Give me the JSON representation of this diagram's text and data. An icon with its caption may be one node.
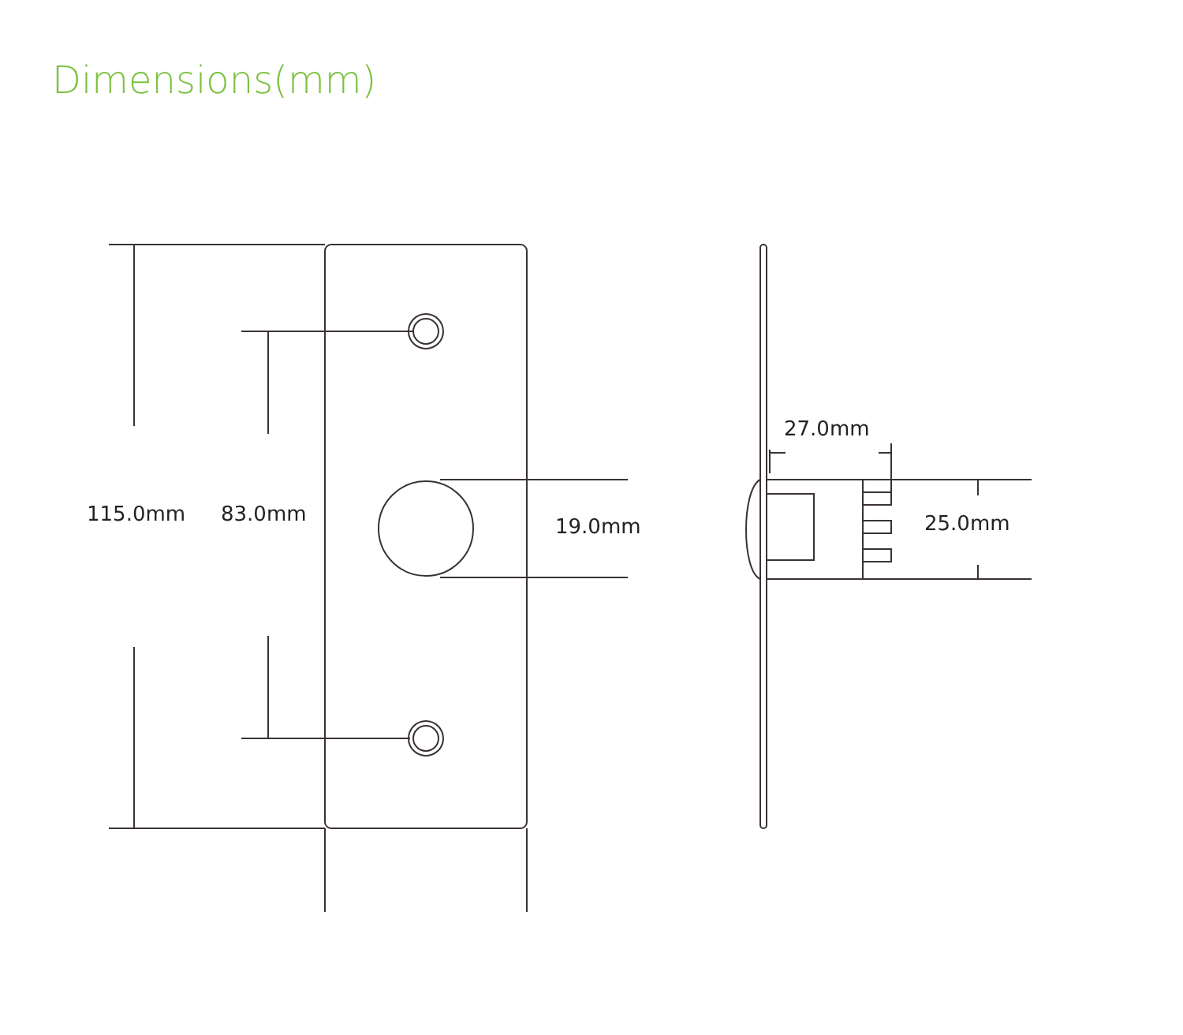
{
  "diagram": {
    "title": "Dimensions(mm)",
    "labels": [
      "115.0mm",
      "83.0mm",
      "19.0mm",
      "27.0mm",
      "25.0mm"
    ]
  }
}
